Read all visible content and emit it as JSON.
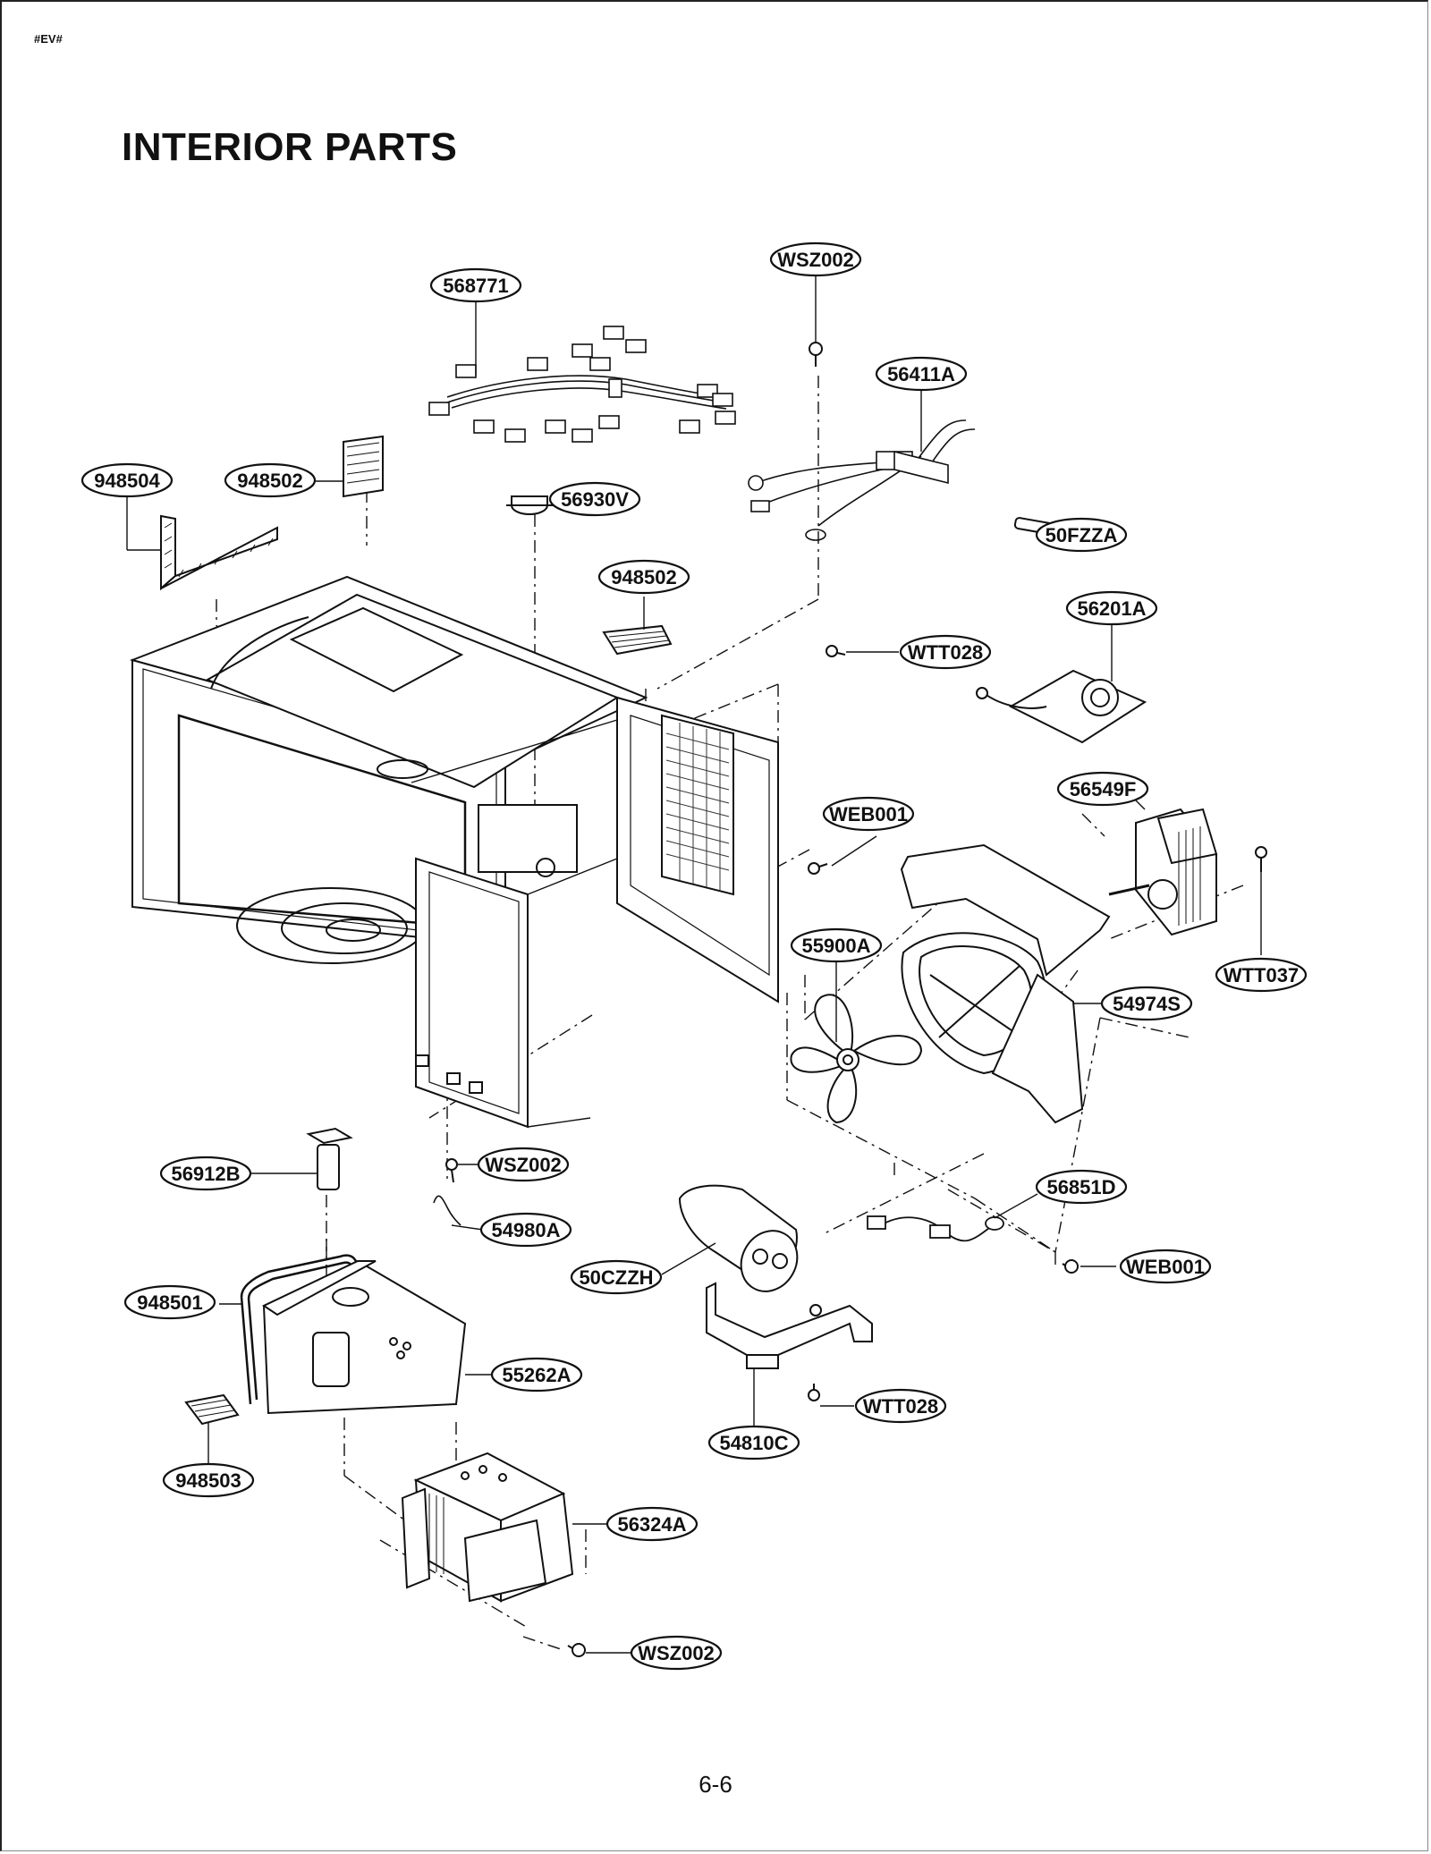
{
  "header": {
    "doc_code": "#EV#",
    "title": "INTERIOR PARTS"
  },
  "footer": {
    "page_number": "6-6"
  },
  "callouts": [
    {
      "id": "c1",
      "label": "568771"
    },
    {
      "id": "c2",
      "label": "WSZ002"
    },
    {
      "id": "c3",
      "label": "56411A"
    },
    {
      "id": "c4",
      "label": "948504"
    },
    {
      "id": "c5",
      "label": "948502"
    },
    {
      "id": "c6",
      "label": "56930V"
    },
    {
      "id": "c7",
      "label": "50FZZA"
    },
    {
      "id": "c8",
      "label": "948502"
    },
    {
      "id": "c9",
      "label": "56201A"
    },
    {
      "id": "c10",
      "label": "WTT028"
    },
    {
      "id": "c11",
      "label": "56549F"
    },
    {
      "id": "c12",
      "label": "WEB001"
    },
    {
      "id": "c13",
      "label": "55900A"
    },
    {
      "id": "c14",
      "label": "WTT037"
    },
    {
      "id": "c15",
      "label": "54974S"
    },
    {
      "id": "c16",
      "label": "56912B"
    },
    {
      "id": "c17",
      "label": "WSZ002"
    },
    {
      "id": "c18",
      "label": "56851D"
    },
    {
      "id": "c19",
      "label": "54980A"
    },
    {
      "id": "c20",
      "label": "WEB001"
    },
    {
      "id": "c21",
      "label": "50CZZH"
    },
    {
      "id": "c22",
      "label": "948501"
    },
    {
      "id": "c23",
      "label": "55262A"
    },
    {
      "id": "c24",
      "label": "WTT028"
    },
    {
      "id": "c25",
      "label": "54810C"
    },
    {
      "id": "c26",
      "label": "948503"
    },
    {
      "id": "c27",
      "label": "56324A"
    },
    {
      "id": "c28",
      "label": "WSZ002"
    }
  ]
}
